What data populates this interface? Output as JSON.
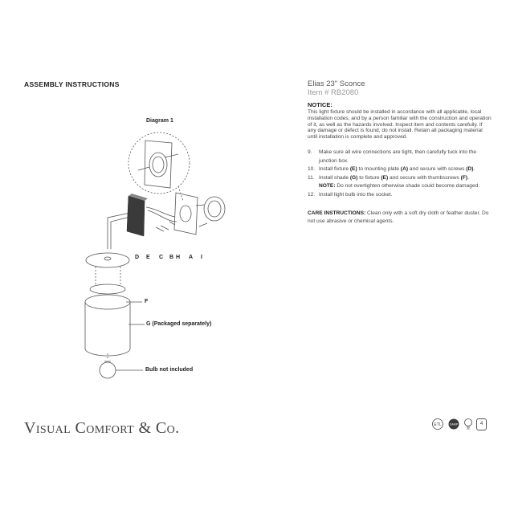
{
  "header": {
    "title": "ASSEMBLY INSTRUCTIONS"
  },
  "diagram": {
    "title": "Diagram 1",
    "part_labels": [
      "D",
      "E",
      "C",
      "B",
      "H",
      "A",
      "I"
    ],
    "label_f": "F",
    "label_g": "G (Packaged separately)",
    "label_bulb": "Bulb not included"
  },
  "product": {
    "name": "Elias 23\" Sconce",
    "item": "Item # RB2080"
  },
  "notice": {
    "title": "NOTICE:",
    "text": "This light fixture should be installed in accordance with all applicable, local installation codes, and by a person familiar with the construction and operation of it, as well as the hazards involved. Inspect item and contents carefully. If any damage or defect is found, do not install. Retain all packaging material until installation is complete and approved."
  },
  "steps": [
    {
      "num": "9.",
      "text": "Make sure all wire connections are tight, then carefully tuck into the junction box."
    },
    {
      "num": "10.",
      "pre": "Install fixture ",
      "b1": "(E)",
      "mid": " to mounting plate ",
      "b2": "(A)",
      "mid2": " and secure with screws ",
      "b3": "(D)",
      "post": "."
    },
    {
      "num": "11.",
      "pre": "Install shade ",
      "b1": "(G)",
      "mid": " to fixture ",
      "b2": "(E)",
      "mid2": " and secure with thumbscrews ",
      "b3": "(F)",
      "post": "."
    },
    {
      "note_label": "NOTE:",
      "note_text": " Do not overtighten otherwise shade could become damaged."
    },
    {
      "num": "12.",
      "text": "Install light bulb into the socket."
    }
  ],
  "care": {
    "label": "CARE INSTRUCTIONS:",
    "text": " Clean only with a soft dry cloth or feather duster. Do not use abrasive or chemical agents."
  },
  "footer": {
    "brand": "Visual Comfort & Co.",
    "cert1": "ETL",
    "cert2": "DAMP",
    "page": "4"
  }
}
